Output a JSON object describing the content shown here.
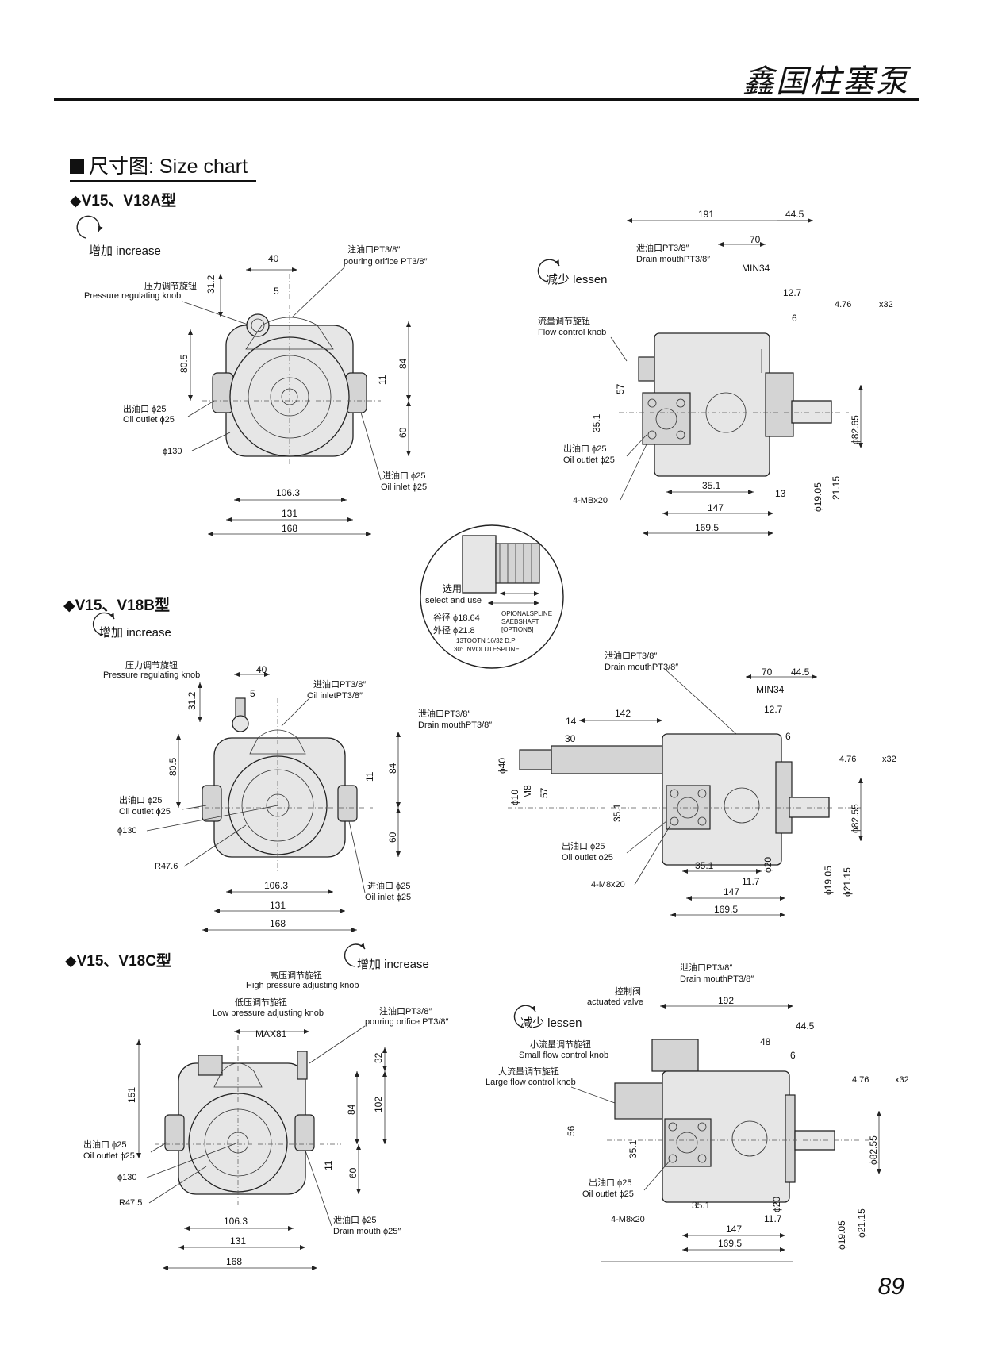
{
  "header": {
    "brand": "鑫国柱塞泵"
  },
  "section": {
    "title": "尺寸图: Size chart"
  },
  "models": {
    "a": "◆V15、V18A型",
    "b": "◆V15、V18B型",
    "c": "◆V15、V18C型"
  },
  "page_number": "89",
  "diagrams": {
    "a_front": {
      "increase": "增加 increase",
      "knob_cn": "压力调节旋钮",
      "knob_en": "Pressure regulating knob",
      "pour_cn": "注油口PT3/8″",
      "pour_en": "pouring orifice PT3/8″",
      "outlet_cn": "出油口 ϕ25",
      "outlet_en": "Oil outlet ϕ25",
      "inlet_cn": "进油口 ϕ25",
      "inlet_en": "Oil inlet ϕ25",
      "dims": [
        "40",
        "5",
        "31.2",
        "80.5",
        "11",
        "84",
        "60",
        "ϕ130",
        "106.3",
        "131",
        "168"
      ]
    },
    "a_side": {
      "lessen": "减少 lessen",
      "drain_cn": "泄油口PT3/8″",
      "drain_en": "Drain mouthPT3/8″",
      "flow_cn": "流量调节旋钮",
      "flow_en": "Flow control knob",
      "outlet_cn": "出油口 ϕ25",
      "outlet_en": "Oil outlet ϕ25",
      "bolts": "4-MBx20",
      "key": "4.76",
      "key_suffix": "x32",
      "dims": [
        "191",
        "44.5",
        "70",
        "MIN34",
        "12.7",
        "6",
        "57",
        "35.1",
        "35.1",
        "147",
        "169.5",
        "13",
        "ϕ19.05",
        "21.15",
        "ϕ82.65"
      ]
    },
    "spline": {
      "option_cn": "选用",
      "option_en": "select and use",
      "root": "谷径 ϕ18.64",
      "outer": "外径 ϕ21.8",
      "spec1": "OPIONALSPLINE",
      "spec2": "SAEBSHAFT",
      "spec3": "[OPTIONB]",
      "spec4": "13TOOTN 16/32 D.P",
      "spec5": "30° INVOLUTESPLINE"
    },
    "b_front": {
      "increase": "增加 increase",
      "knob_cn": "压力调节旋钮",
      "knob_en": "Pressure regulating knob",
      "inlet_top_cn": "进油口PT3/8″",
      "inlet_top_en": "Oil inletPT3/8″",
      "outlet_cn": "出油口 ϕ25",
      "outlet_en": "Oil outlet ϕ25",
      "inlet_cn": "进油口 ϕ25",
      "inlet_en": "Oil inlet ϕ25",
      "dims": [
        "40",
        "5",
        "31.2",
        "80.5",
        "11",
        "84",
        "60",
        "ϕ130",
        "R47.6",
        "106.3",
        "131",
        "168"
      ]
    },
    "b_side": {
      "drain_cn": "泄油口PT3/8″",
      "drain_en": "Drain mouthPT3/8″",
      "drain2_cn": "泄油口PT3/8″",
      "drain2_en": "Drain mouthPT3/8″",
      "outlet_cn": "出油口 ϕ25",
      "outlet_en": "Oil outlet ϕ25",
      "bolts": "4-M8x20",
      "key": "4.76",
      "key_suffix": "x32",
      "dims": [
        "70",
        "44.5",
        "MIN34",
        "12.7",
        "6",
        "142",
        "14",
        "30",
        "ϕ40",
        "ϕ10",
        "M8",
        "57",
        "35.1",
        "35.1",
        "11.7",
        "147",
        "169.5",
        "ϕ20",
        "ϕ19.05",
        "ϕ21.15",
        "ϕ82.55"
      ]
    },
    "c_front": {
      "increase": "增加 increase",
      "hp_cn": "高压调节旋钮",
      "hp_en": "High pressure adjusting knob",
      "lp_cn": "低压调节旋钮",
      "lp_en": "Low pressure adjusting knob",
      "max": "MAX81",
      "pour_cn": "注油口PT3/8″",
      "pour_en": "pouring orifice PT3/8″",
      "outlet_cn": "出油口 ϕ25",
      "outlet_en": "Oil outlet ϕ25",
      "drain_cn": "泄油口 ϕ25",
      "drain_en": "Drain mouth  ϕ25″",
      "dims": [
        "151",
        "32",
        "84",
        "102",
        "11",
        "60",
        "ϕ130",
        "R47.5",
        "106.3",
        "131",
        "168"
      ]
    },
    "c_side": {
      "lessen": "减少 lessen",
      "drain_cn": "泄油口PT3/8″",
      "drain_en": "Drain mouthPT3/8″",
      "valve_cn": "控制阀",
      "valve_en": "actuated valve",
      "small_cn": "小流量调节旋钮",
      "small_en": "Small flow control knob",
      "large_cn": "大流量调节旋钮",
      "large_en": "Large flow control knob",
      "outlet_cn": "出油口 ϕ25",
      "outlet_en": "Oil outlet ϕ25",
      "bolts": "4-M8x20",
      "key": "4.76",
      "key_suffix": "x32",
      "dims": [
        "192",
        "44.5",
        "48",
        "6",
        "56",
        "35.1",
        "35.1",
        "11.7",
        "147",
        "169.5",
        "ϕ20",
        "ϕ19.05",
        "ϕ21.15",
        "ϕ82.55"
      ]
    }
  }
}
